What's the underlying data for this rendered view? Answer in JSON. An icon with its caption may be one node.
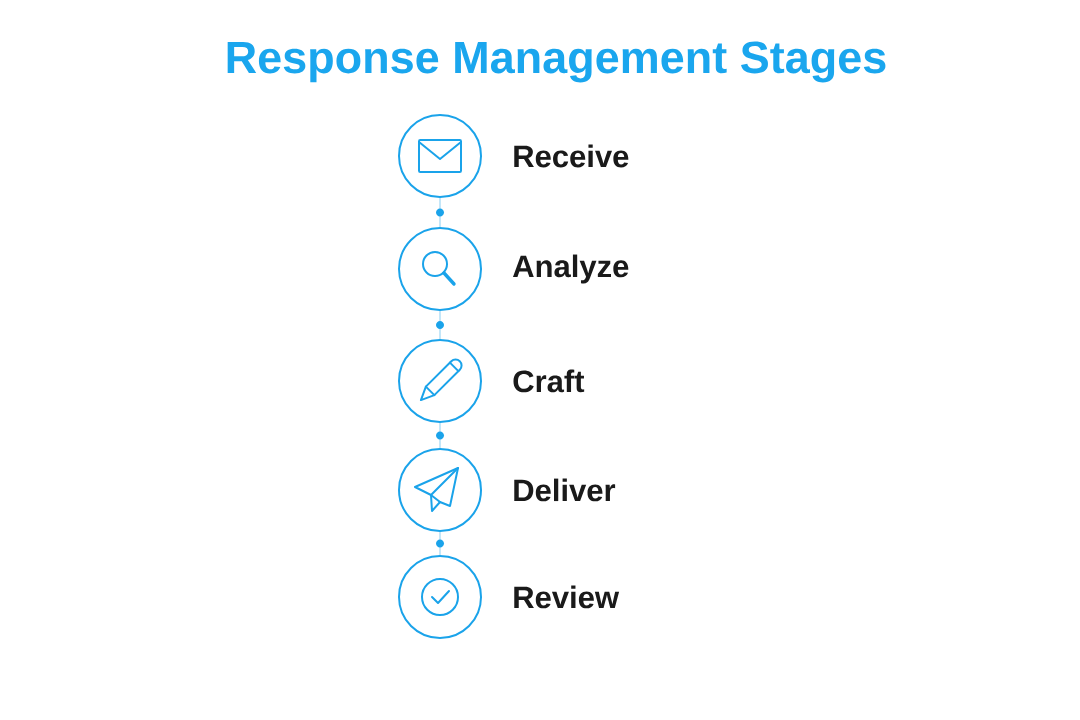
{
  "diagram": {
    "title": "Response Management Stages",
    "nodes": [
      {
        "text": [],
        "shape": "circle",
        "beside": [
          "Receive"
        ]
      },
      {
        "text": [],
        "shape": "circle",
        "beside": [
          "Analyze"
        ]
      },
      {
        "text": [],
        "shape": "circle",
        "beside": [
          "Craft"
        ]
      },
      {
        "text": [],
        "shape": "circle",
        "beside": [
          "Deliver"
        ]
      },
      {
        "text": [],
        "shape": "circle",
        "beside": [
          "Review"
        ]
      }
    ],
    "edges": [
      {
        "from": 0,
        "to": 1,
        "arrow": "none"
      },
      {
        "from": 1,
        "to": 2,
        "arrow": "none"
      },
      {
        "from": 2,
        "to": 3,
        "arrow": "none"
      },
      {
        "from": 3,
        "to": 4,
        "arrow": "none"
      }
    ]
  }
}
